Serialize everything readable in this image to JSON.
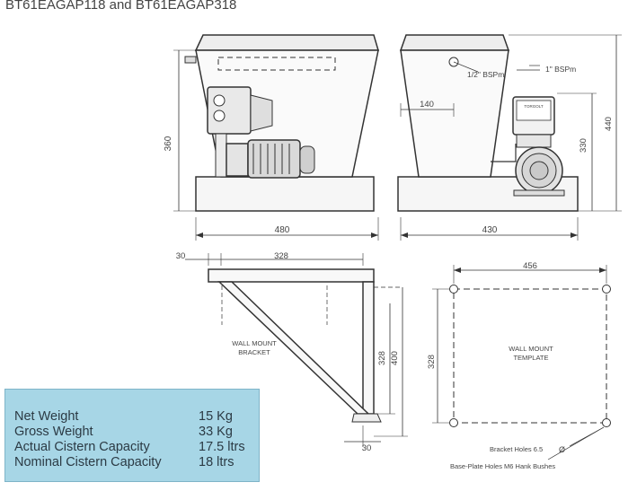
{
  "title": "BT61EAGAP118 and BT61EAGAP318",
  "front_view": {
    "height_label": "360",
    "width_label": "480"
  },
  "side_view": {
    "connection_half": "1/2\" BSPm",
    "connection_one": "1\" BSPm",
    "depth_label": "140",
    "pump_height_label": "330",
    "total_height_label": "440",
    "width_label": "430",
    "pressure_switch_brand": "TORGOLT"
  },
  "bracket": {
    "name": "WALL MOUNT\nBRACKET",
    "offset_label": "30",
    "arm_label": "328",
    "inner_height_label": "328",
    "outer_height_label": "400",
    "foot_label": "30"
  },
  "template": {
    "name": "WALL MOUNT\nTEMPLATE",
    "width_label": "456",
    "height_label": "328",
    "bracket_holes": "Bracket Holes 6.5",
    "diameter_symbol": "Ø",
    "base_plate_holes": "Base-Plate Holes M6 Hank Bushes"
  },
  "specs": [
    {
      "label": "Net Weight",
      "value": "15 Kg"
    },
    {
      "label": "Gross Weight",
      "value": "33 Kg"
    },
    {
      "label": "Actual Cistern Capacity",
      "value": "17.5 ltrs"
    },
    {
      "label": "Nominal Cistern Capacity",
      "value": "18 ltrs"
    }
  ]
}
